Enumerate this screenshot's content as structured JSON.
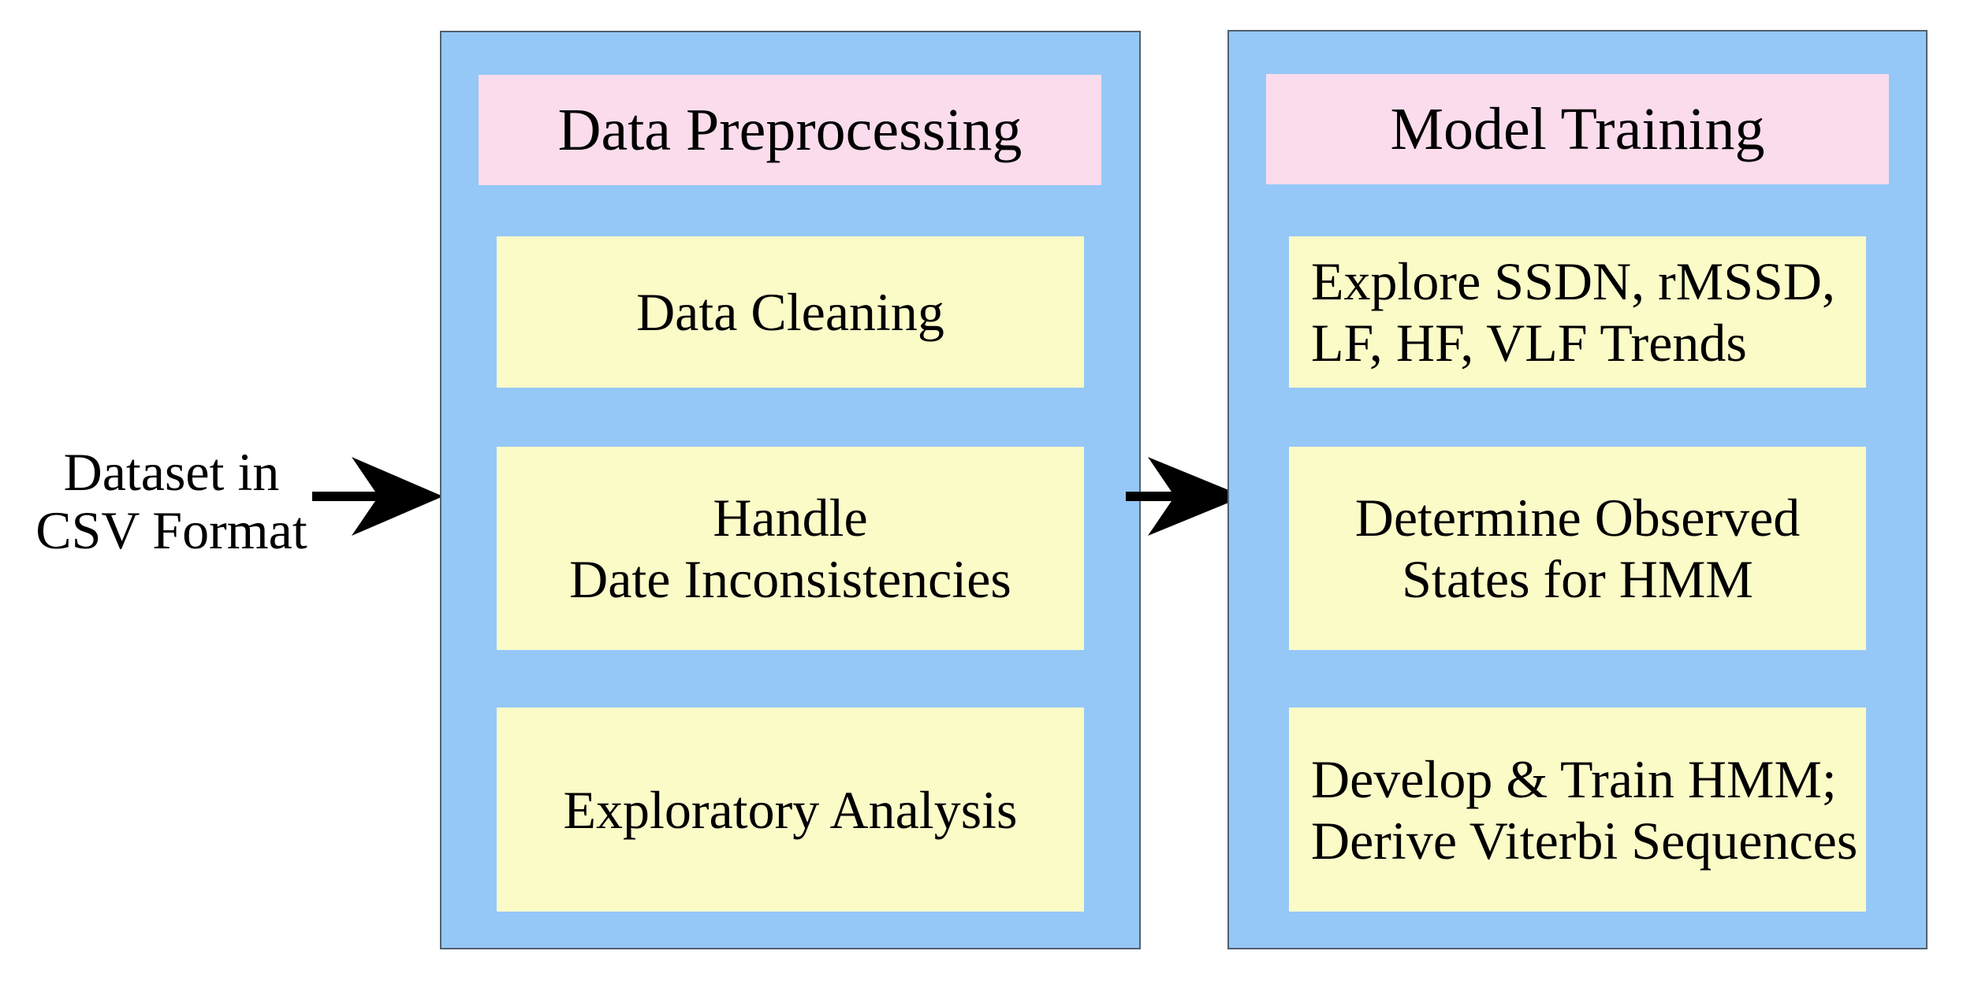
{
  "diagram_type": "flowchart",
  "colors": {
    "panel_blue": "#95C8F7",
    "header_pink": "#FBDCEC",
    "step_yellow": "#FBFBC8",
    "panel_border": "#51606E",
    "arrow_black": "#000000",
    "text_black": "#000000",
    "bg": "#FFFFFF"
  },
  "input_label": {
    "line1": "Dataset in",
    "line2": "CSV Format"
  },
  "arrows": [
    {
      "name": "dataset-to-preprocessing",
      "direction": "right",
      "color": "#000000"
    },
    {
      "name": "preprocessing-to-training",
      "direction": "right",
      "color": "#000000"
    }
  ],
  "panels": [
    {
      "title": "Data Preprocessing",
      "steps": [
        {
          "lines": [
            "Data Cleaning"
          ],
          "align": "center"
        },
        {
          "lines": [
            "Handle",
            "Date Inconsistencies"
          ],
          "align": "center"
        },
        {
          "lines": [
            "Exploratory Analysis"
          ],
          "align": "center"
        }
      ]
    },
    {
      "title": "Model Training",
      "steps": [
        {
          "lines": [
            "Explore SSDN, rMSSD,",
            "LF, HF, VLF Trends"
          ],
          "align": "left"
        },
        {
          "lines": [
            "Determine Observed",
            "States for HMM"
          ],
          "align": "center"
        },
        {
          "lines": [
            "Develop & Train HMM;",
            "Derive Viterbi Sequences"
          ],
          "align": "left"
        }
      ]
    }
  ]
}
